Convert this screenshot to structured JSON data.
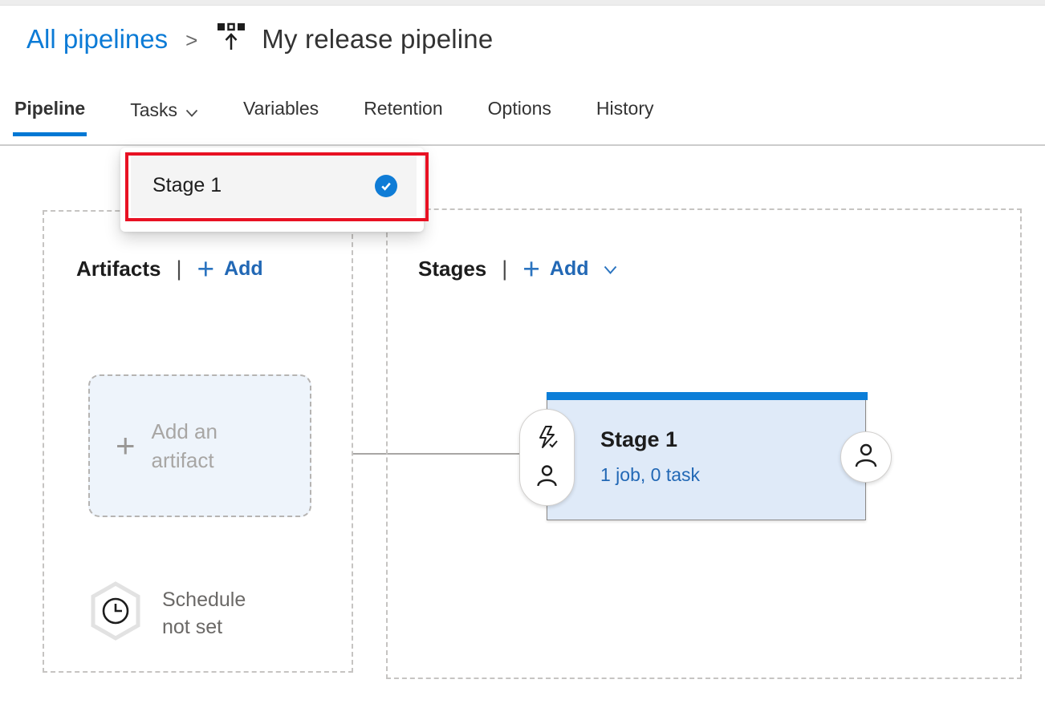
{
  "breadcrumb": {
    "parent": "All pipelines",
    "separator": ">",
    "title": "My release pipeline"
  },
  "tabs": [
    {
      "label": "Pipeline",
      "active": true
    },
    {
      "label": "Tasks",
      "has_dropdown": true
    },
    {
      "label": "Variables"
    },
    {
      "label": "Retention"
    },
    {
      "label": "Options"
    },
    {
      "label": "History"
    }
  ],
  "tasks_dropdown": {
    "items": [
      {
        "label": "Stage 1",
        "selected": true
      }
    ],
    "annotation": "red-highlight-rectangle"
  },
  "artifacts_panel": {
    "title": "Artifacts",
    "separator": "|",
    "add_label": "Add",
    "add_artifact_box": {
      "line1": "Add an",
      "line2": "artifact"
    },
    "schedule": {
      "line1": "Schedule",
      "line2": "not set"
    }
  },
  "stages_panel": {
    "title": "Stages",
    "separator": "|",
    "add_label": "Add",
    "stage_card": {
      "title": "Stage 1",
      "meta": "1 job, 0 task"
    }
  },
  "icons": {
    "plus": "+",
    "release_pipeline": "three-squares-up-arrow",
    "breadcrumb_chevron": "chevron-right",
    "tab_chevron": "chevron-down",
    "selected_check": "check-in-blue-circle",
    "pre_deployment": "lightning-bolt-with-check",
    "deployment_person": "person-outline",
    "post_deployment_approver": "person-outline",
    "schedule_clock": "clock-in-hexagon"
  },
  "colors": {
    "accent_blue": "#0078d4",
    "link_blue": "#2268b5",
    "breadcrumb_blue": "#0c7bd6",
    "annotation_red": "#e81123",
    "stage_card_bg": "#dfeaf8",
    "stage_card_topbar": "#0c7ed8",
    "artifact_box_bg": "#eef4fb",
    "panel_dash_gray": "#c6c4c2",
    "menu_hover_gray": "#f4f4f4"
  }
}
